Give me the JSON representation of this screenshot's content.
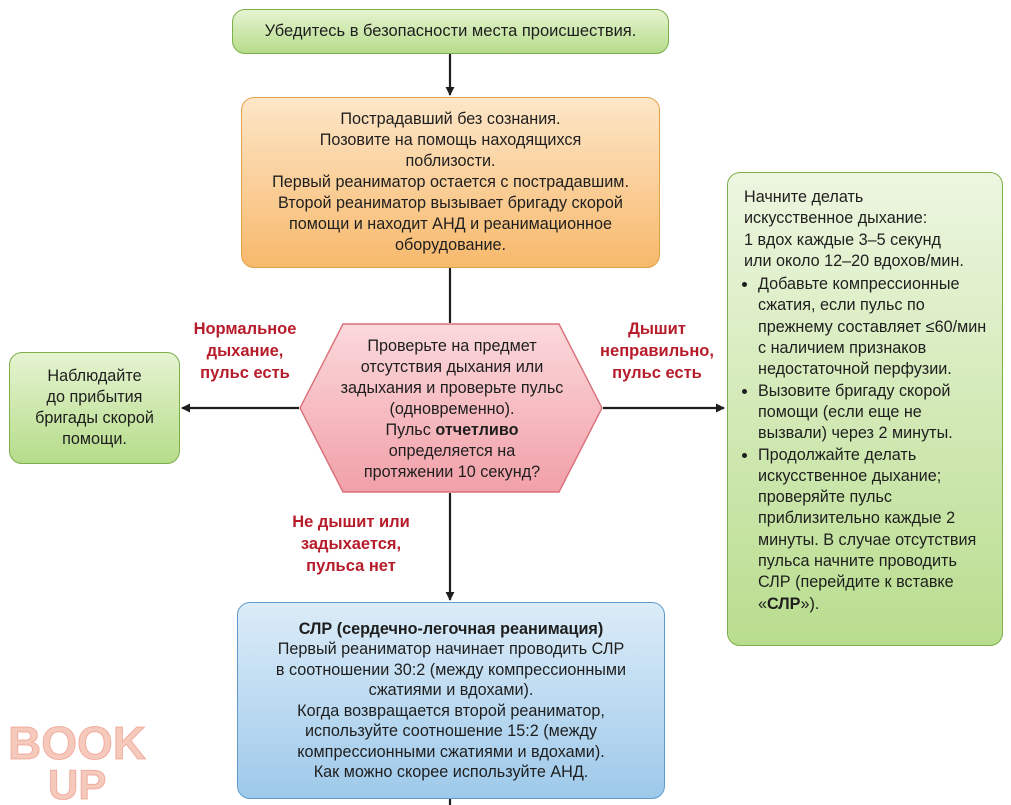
{
  "safety": {
    "text": "Убедитесь в безопасности места происшествия."
  },
  "unconscious": {
    "lines": [
      "Пострадавший без сознания.",
      "Позовите на помощь находящихся",
      "поблизости.",
      "Первый реаниматор остается с пострадавшим.",
      "Второй реаниматор вызывает бригаду скорой",
      "помощи и находит АНД и реанимационное",
      "оборудование."
    ]
  },
  "decision": {
    "line1": "Проверьте на предмет",
    "line2": "отсутствия дыхания или",
    "line3": "задыхания и проверьте пульс",
    "line4": "(одновременно).",
    "line5_pre": "Пульс ",
    "line5_bold": "отчетливо",
    "line6": "определяется на",
    "line7": "протяжении 10 секунд?"
  },
  "labels": {
    "normal": [
      "Нормальное",
      "дыхание,",
      "пульс есть"
    ],
    "abnormal": [
      "Дышит",
      "неправильно,",
      "пульс есть"
    ],
    "none": [
      "Не дышит или",
      "задыхается,",
      "пульса нет"
    ]
  },
  "observe": {
    "lines": [
      "Наблюдайте",
      "до прибытия",
      "бригады скорой",
      "помощи."
    ]
  },
  "breathing": {
    "intro": [
      "Начните делать",
      "искусственное дыхание:",
      "1 вдох каждые 3–5 секунд",
      "или около 12–20 вдохов/мин."
    ],
    "bullet1": "Добавьте компрессионные сжатия, если пульс по прежнему составляет ≤60/мин с наличием признаков недостаточной перфузии.",
    "bullet2": "Вызовите бригаду скорой помощи (если еще не вызвали) через 2 минуты.",
    "bullet3_pre": "Продолжайте делать искусственное дыхание; проверяйте пульс приблизительно каждые 2 минуты. В случае отсутствия пульса начните проводить СЛР (перейдите к вставке «",
    "bullet3_bold": "СЛР",
    "bullet3_post": "»)."
  },
  "cpr": {
    "title": "СЛР (сердечно-легочная реанимация)",
    "lines": [
      "Первый реаниматор начинает проводить СЛР",
      "в соотношении 30:2 (между компрессионными",
      "сжатиями и вдохами).",
      "Когда возвращается второй реаниматор,",
      "используйте соотношение 15:2 (между",
      "компрессионными сжатиями и вдохами).",
      "Как можно скорее используйте АНД."
    ]
  },
  "watermark": {
    "line1": "BOOK",
    "line2": "UP"
  },
  "colors": {
    "green_fill": "#b5dc8a",
    "orange_fill": "#f7b96c",
    "pink_fill": "#f6b1b8",
    "blue_fill": "#9ec9ea",
    "label_red": "#b71c2a",
    "arrow": "#1e1e1e"
  }
}
